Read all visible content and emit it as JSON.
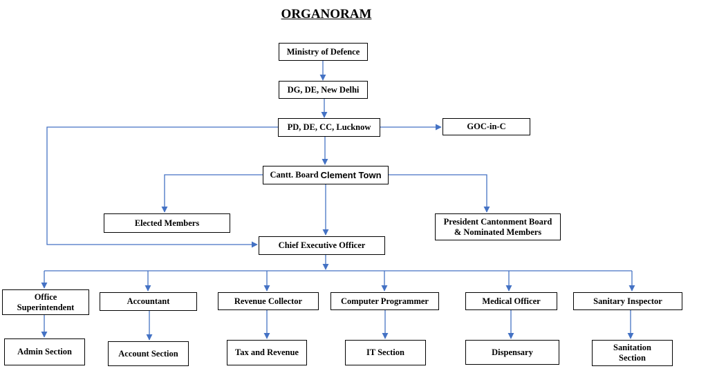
{
  "title": "ORGANORAM",
  "colors": {
    "line": "#4472c4",
    "box_border": "#000000"
  },
  "nodes": {
    "ministry": "Ministry of Defence",
    "dg": "DG, DE, New Delhi",
    "pd": "PD, DE, CC, Lucknow",
    "goc": "GOC-in-C",
    "cantt_board": "Cantt. Board",
    "cantt_board_suffix": "Clement Town",
    "elected": "Elected Members",
    "president_line1": "President Cantonment Board",
    "president_line2": "& Nominated Members",
    "ceo": "Chief Executive Officer",
    "office_sup_line1": "Office",
    "office_sup_line2": "Superintendent",
    "accountant": "Accountant",
    "revenue_collector": "Revenue Collector",
    "computer_programmer": "Computer Programmer",
    "medical_officer": "Medical Officer",
    "sanitary_inspector": "Sanitary Inspector",
    "admin_section": "Admin Section",
    "account_section": "Account Section",
    "tax_revenue": "Tax and Revenue",
    "it_section": "IT Section",
    "dispensary": "Dispensary",
    "sanitation_line1": "Sanitation",
    "sanitation_line2": "Section"
  }
}
